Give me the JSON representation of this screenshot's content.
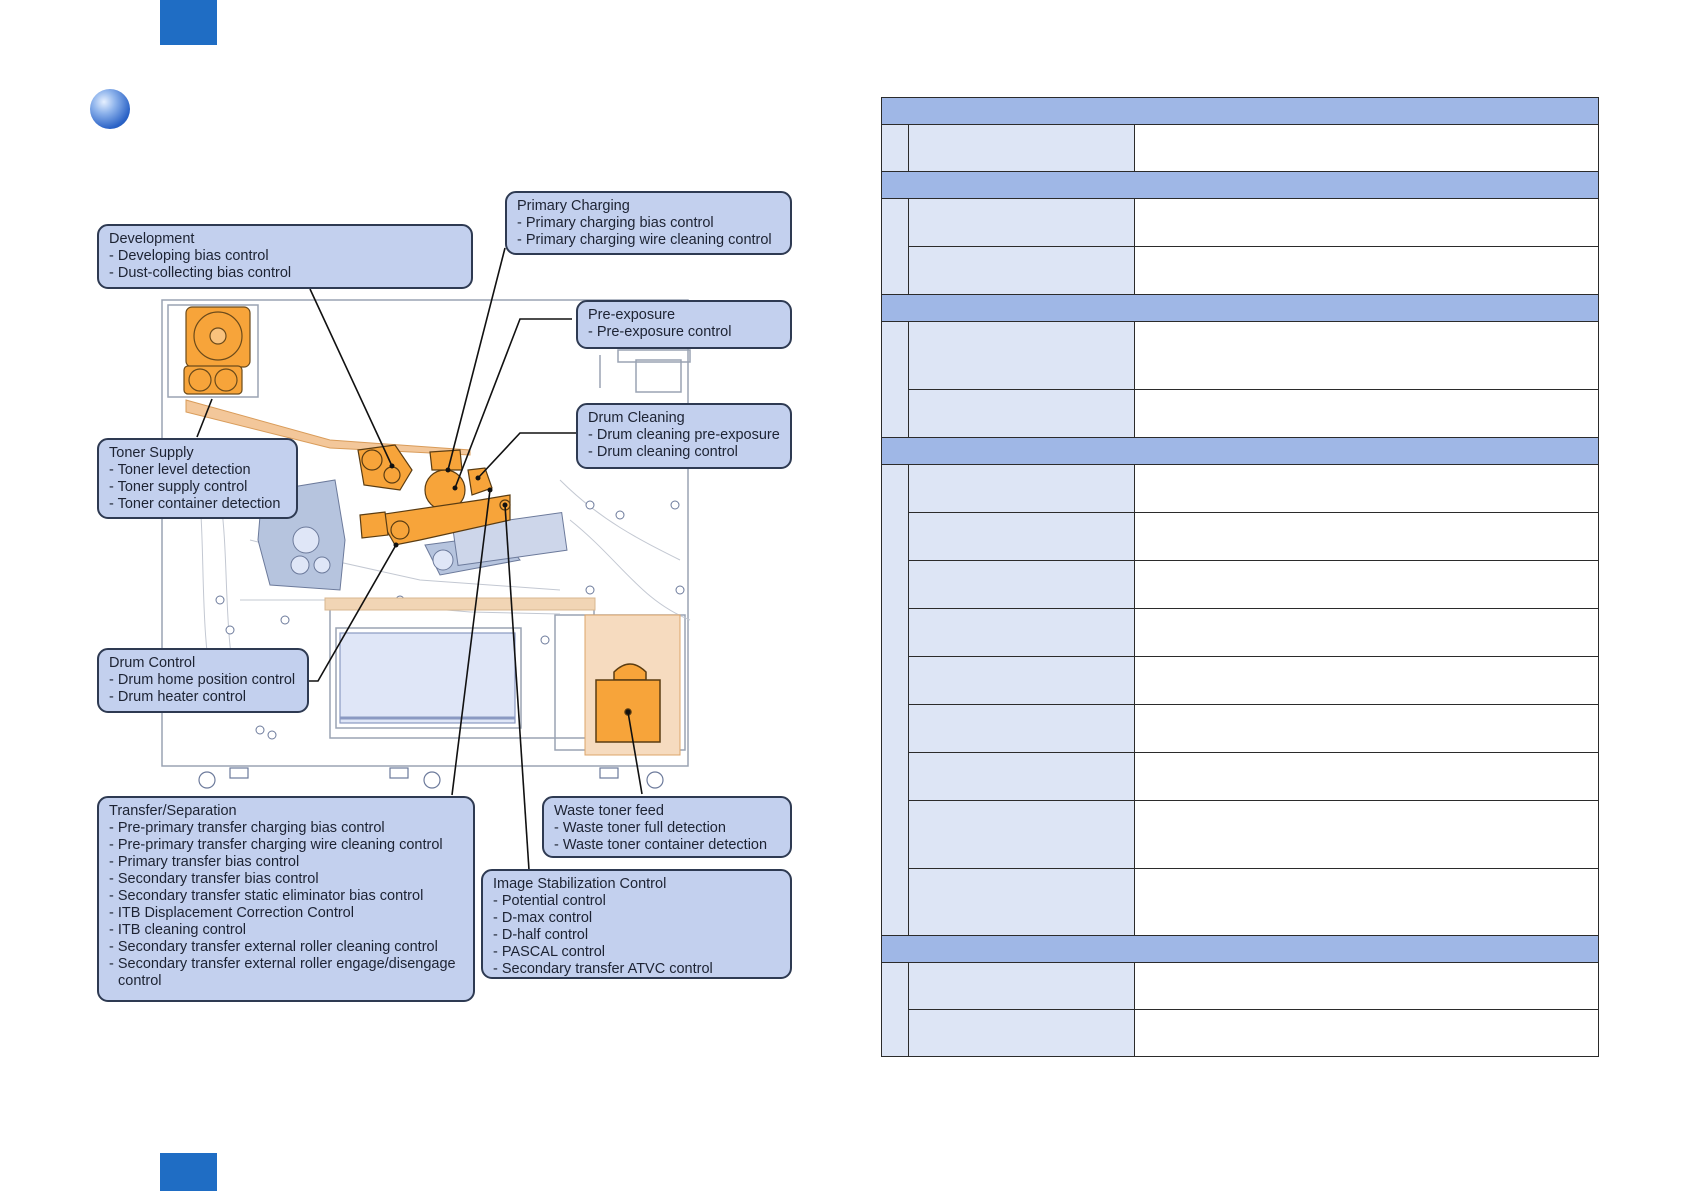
{
  "callouts": {
    "development": {
      "title": "Development",
      "items": [
        "- Developing bias control",
        "- Dust-collecting bias control"
      ]
    },
    "primary_charging": {
      "title": "Primary Charging",
      "items": [
        "- Primary charging bias control",
        "- Primary charging wire cleaning control"
      ]
    },
    "pre_exposure": {
      "title": "Pre-exposure",
      "items": [
        "- Pre-exposure control"
      ]
    },
    "drum_cleaning": {
      "title": "Drum Cleaning",
      "items": [
        "- Drum cleaning pre-exposure",
        "- Drum cleaning control"
      ]
    },
    "toner_supply": {
      "title": "Toner Supply",
      "items": [
        "- Toner level detection",
        "- Toner supply control",
        "- Toner container detection"
      ]
    },
    "drum_control": {
      "title": "Drum Control",
      "items": [
        "- Drum home position control",
        "- Drum heater control"
      ]
    },
    "transfer_separation": {
      "title": "Transfer/Separation",
      "items": [
        "- Pre-primary transfer charging bias control",
        "- Pre-primary transfer charging wire cleaning control",
        "- Primary transfer bias control",
        "- Secondary transfer bias control",
        "- Secondary transfer static eliminator bias control",
        "- ITB Displacement Correction Control",
        "- ITB cleaning control",
        "- Secondary transfer external roller cleaning control",
        "- Secondary transfer external roller engage/disengage control"
      ]
    },
    "waste_toner": {
      "title": "Waste toner feed",
      "items": [
        "- Waste toner full detection",
        "- Waste toner container detection"
      ]
    },
    "image_stabilization": {
      "title": "Image Stabilization Control",
      "items": [
        "- Potential control",
        "- D-max control",
        "- D-half control",
        "- PASCAL control",
        "- Secondary transfer ATVC control"
      ]
    }
  },
  "colors": {
    "accent_blue": "#1f6dc4",
    "callout_fill": "#c3d0ee",
    "component_orange": "#f7a43a",
    "table_header": "#9fb7e6",
    "table_cell": "#dde5f5"
  }
}
